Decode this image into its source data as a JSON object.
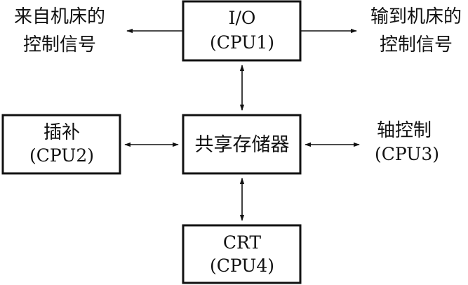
{
  "nodes": {
    "io": {
      "line1": "I/O",
      "line2": "(CPU1)"
    },
    "interp": {
      "line1": "插补",
      "line2": "(CPU2)"
    },
    "shared": {
      "line1": "共享存储器"
    },
    "axis": {
      "line1": "轴控制",
      "line2": "(CPU3)"
    },
    "crt": {
      "line1": "CRT",
      "line2": "(CPU4)"
    }
  },
  "labels": {
    "from_machine": {
      "line1": "来自机床的",
      "line2": "控制信号"
    },
    "to_machine": {
      "line1": "输到机床的",
      "line2": "控制信号"
    }
  }
}
